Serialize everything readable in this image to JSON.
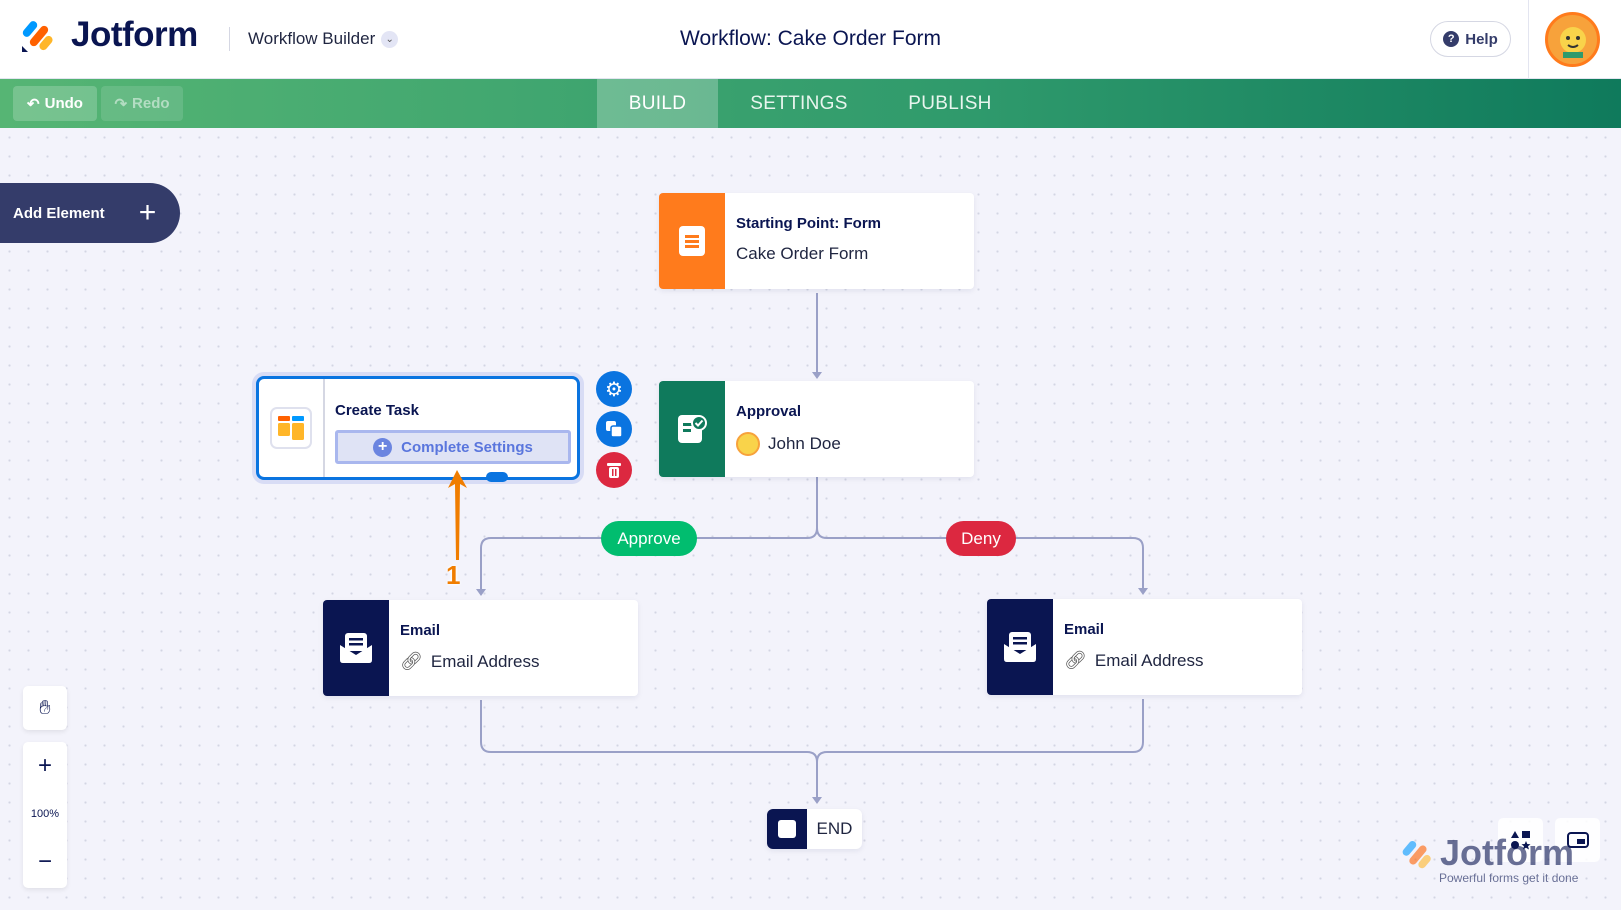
{
  "header": {
    "brand": "Jotform",
    "product_switcher": "Workflow Builder",
    "title": "Workflow: Cake Order Form",
    "help_label": "Help"
  },
  "toolbar": {
    "undo_label": "Undo",
    "redo_label": "Redo",
    "tabs": [
      {
        "label": "BUILD",
        "active": true
      },
      {
        "label": "SETTINGS"
      },
      {
        "label": "PUBLISH"
      }
    ]
  },
  "sidebar": {
    "add_element_label": "Add Element"
  },
  "nodes": {
    "start": {
      "title": "Starting Point: Form",
      "subtitle": "Cake Order Form",
      "color": "#ff7b1c"
    },
    "approval": {
      "title": "Approval",
      "assignee": "John Doe",
      "color": "#0f7a5c"
    },
    "create_task": {
      "title": "Create Task",
      "action_label": "Complete Settings"
    },
    "email_approve": {
      "title": "Email",
      "subtitle": "Email Address",
      "color": "#0a1551"
    },
    "email_deny": {
      "title": "Email",
      "subtitle": "Email Address",
      "color": "#0a1551"
    },
    "end": {
      "label": "END"
    }
  },
  "branches": {
    "approve": {
      "label": "Approve",
      "color": "#01bd6f"
    },
    "deny": {
      "label": "Deny",
      "color": "#dc2840"
    }
  },
  "zoom": {
    "level": "100%"
  },
  "annotation": {
    "label": "1",
    "color": "#f07d00"
  },
  "watermark": {
    "brand": "Jotform",
    "tagline": "Powerful forms get it done"
  }
}
